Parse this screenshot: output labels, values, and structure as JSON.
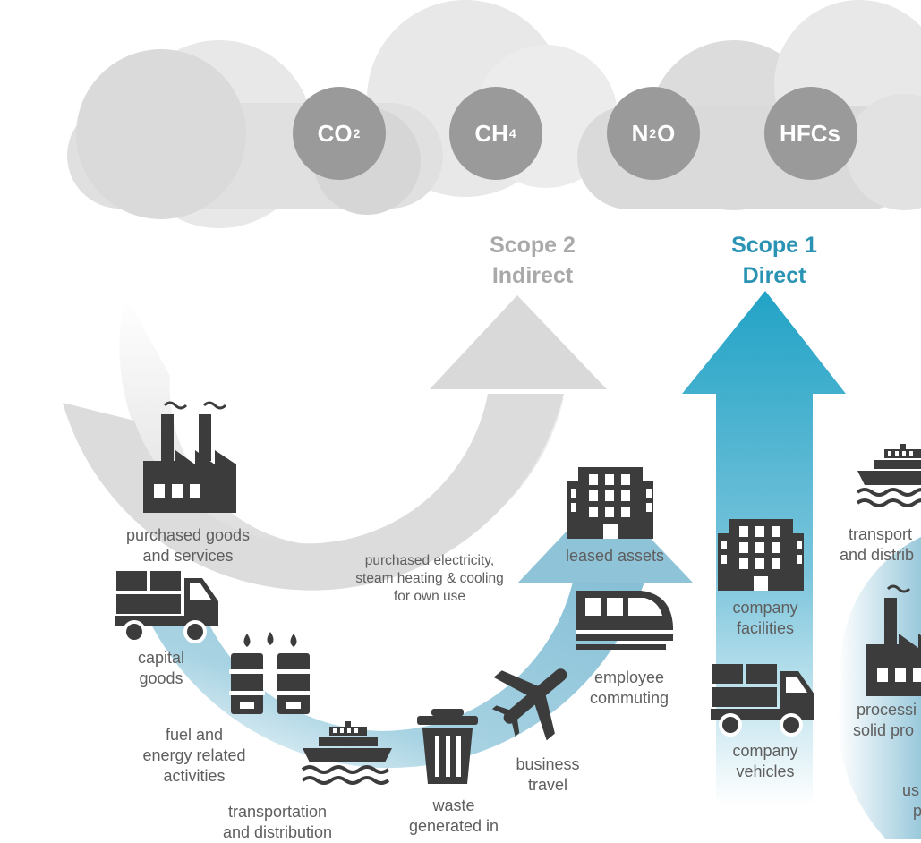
{
  "gases": [
    {
      "base": "CO",
      "sub": "2",
      "tail": ""
    },
    {
      "base": "CH",
      "sub": "4",
      "tail": ""
    },
    {
      "base": "N",
      "sub": "2",
      "tail": "O"
    },
    {
      "base": "HFCs",
      "sub": "",
      "tail": ""
    }
  ],
  "scope2": {
    "line1": "Scope 2",
    "line2": "Indirect",
    "color": "#a9a9a9"
  },
  "scope1": {
    "line1": "Scope 1",
    "line2": "Direct",
    "color": "#2a93b4"
  },
  "labels": {
    "purchased_goods": [
      "purchased goods",
      "and services"
    ],
    "capital_goods": [
      "capital",
      "goods"
    ],
    "fuel_energy": [
      "fuel and",
      "energy related",
      "activities"
    ],
    "transportation_left": [
      "transportation",
      "and distribution"
    ],
    "waste": [
      "waste",
      "generated in"
    ],
    "business_travel": [
      "business",
      "travel"
    ],
    "employee_commuting": [
      "employee",
      "commuting"
    ],
    "leased_assets": [
      "leased assets"
    ],
    "purchased_electricity": [
      "purchased electricity,",
      "steam heating & cooling",
      "for own use"
    ],
    "company_facilities": [
      "company",
      "facilities"
    ],
    "company_vehicles": [
      "company",
      "vehicles"
    ],
    "transport_right": [
      "transport",
      "and distrib"
    ],
    "processing_right": [
      "processi",
      "solid pro"
    ],
    "use_right": [
      "us",
      "p"
    ]
  },
  "colors": {
    "cloud": "#dcdcdc",
    "gas": "#9a9a9a",
    "gray_arrow": "#d9d9d9",
    "blue_arrow": "#8fc3d8",
    "scope1_arrow": "#2aa0c2",
    "icon": "#3c3c3c"
  },
  "icons": [
    "factory-icon",
    "truck-icon",
    "oil-barrels-icon",
    "ship-icon",
    "trash-can-icon",
    "airplane-icon",
    "train-icon",
    "office-building-icon"
  ]
}
